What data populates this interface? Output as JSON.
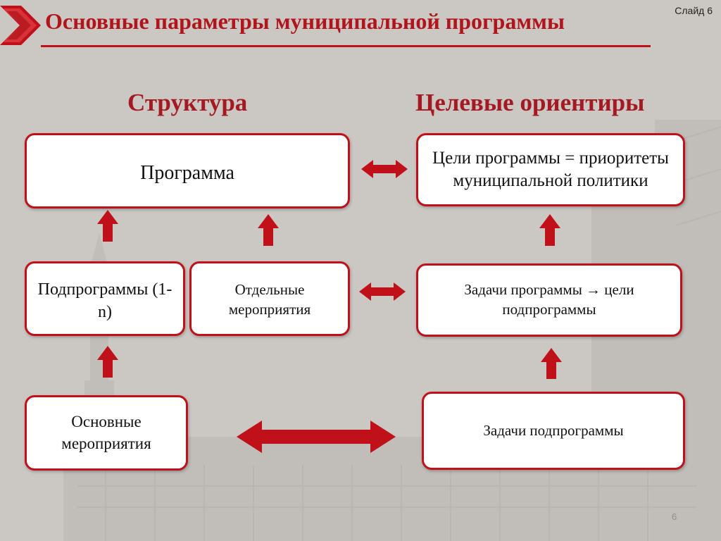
{
  "header": {
    "title": "Основные параметры муниципальной программы",
    "slide_label": "Слайд 6"
  },
  "columns": {
    "structure_heading": "Структура",
    "targets_heading": "Целевые ориентиры"
  },
  "structure": {
    "program": "Программа",
    "subprograms": "Подпрограммы (1-n)",
    "separate_activities": "Отдельные мероприятия",
    "main_activities": "Основные мероприятия"
  },
  "targets": {
    "program_goals": "Цели программы = приоритеты муниципальной политики",
    "program_tasks": "Задачи программы → цели подпрограммы",
    "subprogram_tasks": "Задачи подпрограммы"
  },
  "footer": {
    "page_number": "6"
  },
  "colors": {
    "accent_red": "#c0111a",
    "title_red": "#b2141c",
    "background": "#cbc8c4"
  }
}
